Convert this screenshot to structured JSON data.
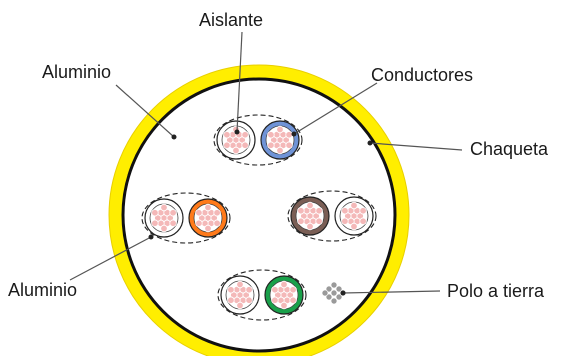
{
  "labels": {
    "aislante": "Aislante",
    "aluminio_top": "Aluminio",
    "conductores": "Conductores",
    "chaqueta": "Chaqueta",
    "aluminio_bottom": "Aluminio",
    "polo_tierra": "Polo a tierra"
  },
  "colors": {
    "jacket": "#ffee00",
    "jacket_edge": "#e8cf00",
    "shield_ring": "#111111",
    "copper_fill": "#f4b8b8",
    "copper_strand": "#ffffff",
    "ground_strand": "#9a9a9a",
    "leader_line": "#555555"
  },
  "pairs": [
    {
      "id": "top",
      "colors": [
        "#ffffff",
        "#6f93d6"
      ]
    },
    {
      "id": "left",
      "colors": [
        "#ffffff",
        "#ff7a1a"
      ]
    },
    {
      "id": "right",
      "colors": [
        "#7a5e55",
        "#ffffff"
      ]
    },
    {
      "id": "bottom",
      "colors": [
        "#ffffff",
        "#19a04a"
      ]
    }
  ]
}
